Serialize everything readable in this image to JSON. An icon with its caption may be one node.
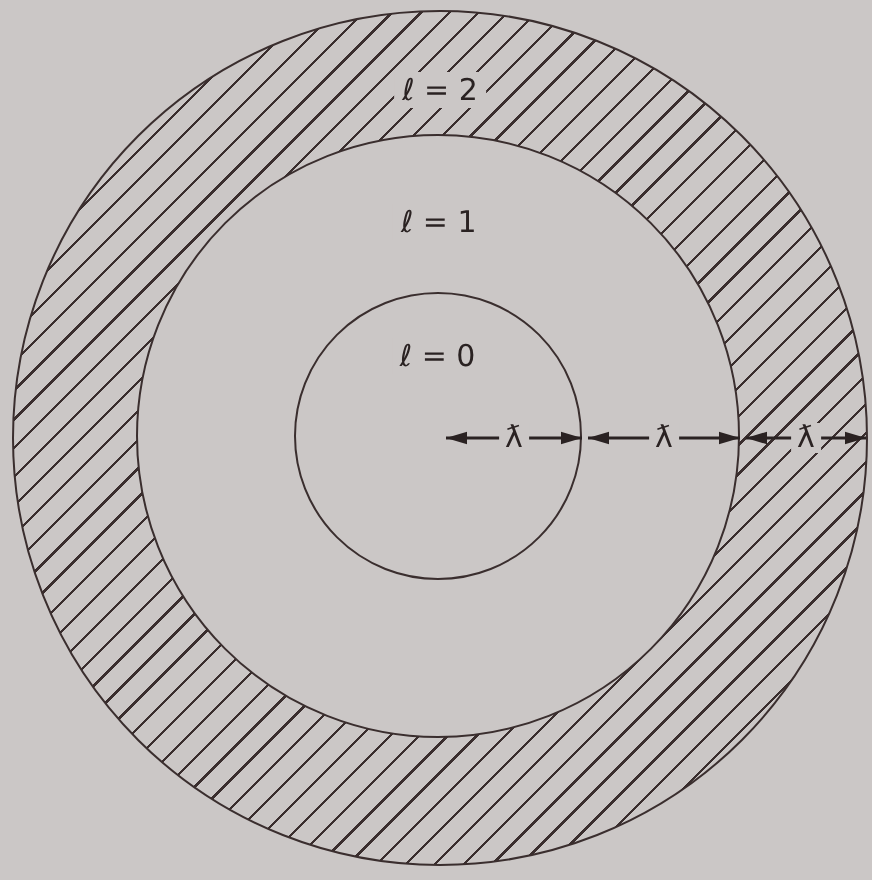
{
  "diagram": {
    "nodes": [
      {
        "text": [
          "ℓ = 2"
        ]
      },
      {
        "text": [
          "ℓ = 1"
        ],
        "in": 0
      },
      {
        "text": [
          "ℓ = 0"
        ],
        "in": 1
      }
    ],
    "labels": [
      "ƛ",
      "ƛ",
      "ƛ"
    ]
  }
}
